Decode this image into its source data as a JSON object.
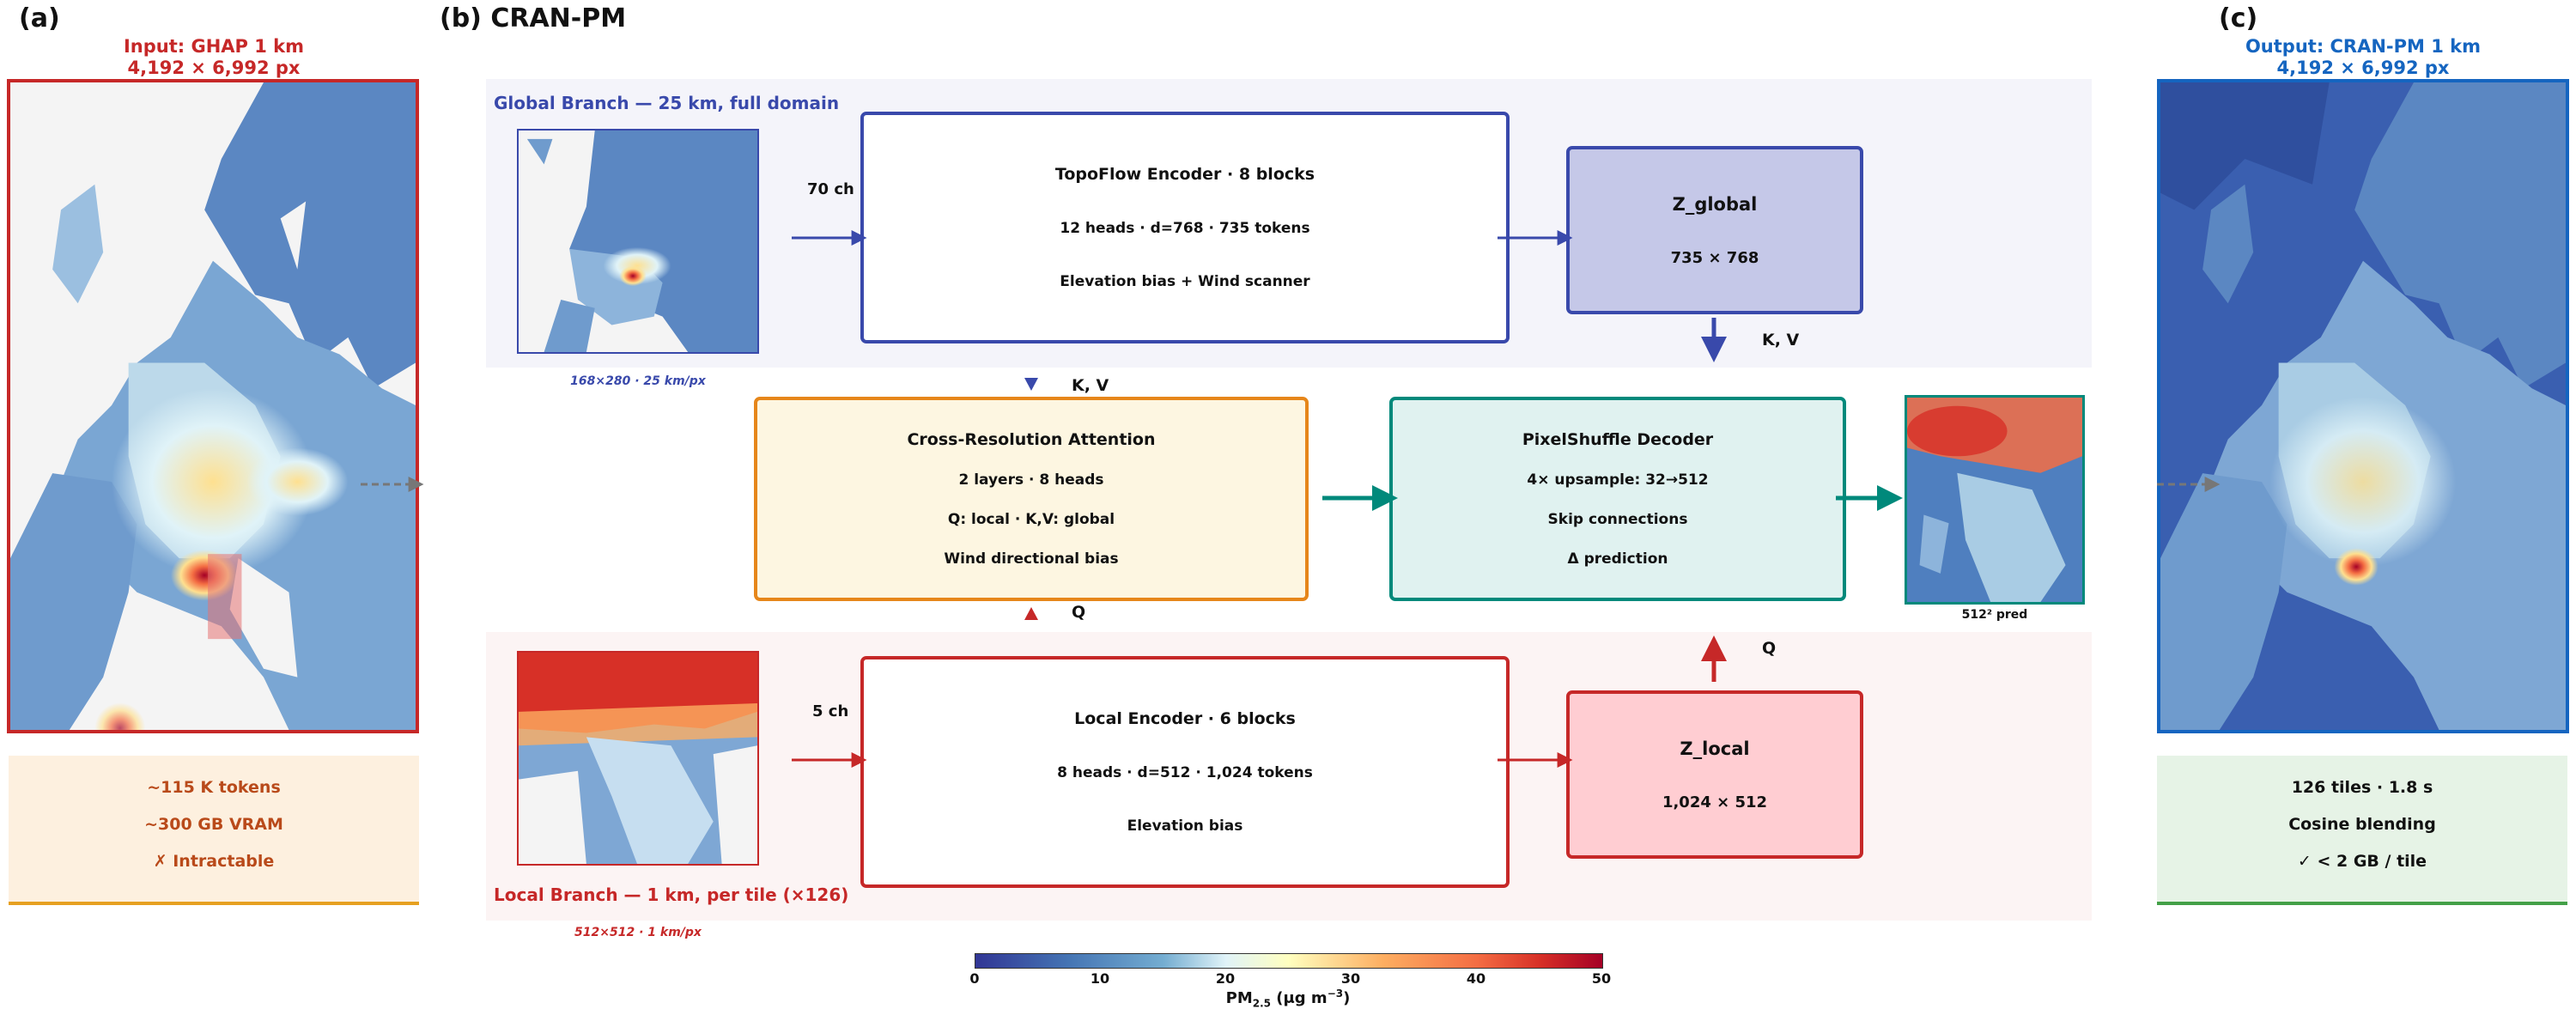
{
  "panels": {
    "a": {
      "letter": "(a)",
      "title_line1": "Input: GHAP 1 km",
      "title_line2": "4,192 × 6,992 px",
      "notes": [
        "~115 K tokens",
        "~300 GB VRAM",
        "✗ Intractable"
      ]
    },
    "b": {
      "letter": "(b) CRAN-PM"
    },
    "c": {
      "letter": "(c)",
      "title_line1": "Output: CRAN-PM 1 km",
      "title_line2": "4,192 × 6,992 px",
      "notes": [
        "126 tiles · 1.8 s",
        "Cosine blending",
        "✓ < 2 GB / tile"
      ]
    }
  },
  "global_branch": {
    "title": "Global Branch — 25 km, full domain",
    "map_caption": "168×280 · 25 km/px",
    "channels": "70 ch",
    "encoder": [
      "TopoFlow Encoder · 8 blocks",
      "12 heads · d=768 · 735 tokens",
      "Elevation bias + Wind scanner"
    ],
    "z": [
      "Z_global",
      "735 × 768"
    ],
    "kv_label_right": "K, V",
    "kv_label_center": "K, V"
  },
  "cross_attention": [
    "Cross-Resolution Attention",
    "2 layers · 8 heads",
    "Q: local · K,V: global",
    "Wind directional bias"
  ],
  "decoder": [
    "PixelShuffle Decoder",
    "4× upsample: 32→512",
    "Skip connections",
    "Δ prediction"
  ],
  "prediction_caption": "512² pred",
  "local_branch": {
    "title": "Local Branch — 1 km, per tile (×126)",
    "map_caption": "512×512 · 1 km/px",
    "channels": "5 ch",
    "encoder": [
      "Local Encoder · 6 blocks",
      "8 heads · d=512 · 1,024 tokens",
      "Elevation bias"
    ],
    "z": [
      "Z_local",
      "1,024 × 512"
    ],
    "q_label_right": "Q",
    "q_label_center": "Q"
  },
  "colorbar": {
    "ticks": [
      "0",
      "10",
      "20",
      "30",
      "40",
      "50"
    ],
    "label": "PM",
    "label_sub": "2.5",
    "label_unit": " (μg m",
    "label_sup": "−3",
    "label_end": ")"
  },
  "colors": {
    "red": "#c62828",
    "blue": "#3949ab",
    "teal": "#00897b",
    "orange": "#e6861a",
    "outblue": "#1565c0",
    "green": "#43a047"
  },
  "icons": [
    "arrow-right-icon",
    "arrow-down-icon",
    "arrow-up-icon",
    "map-thumbnail"
  ]
}
